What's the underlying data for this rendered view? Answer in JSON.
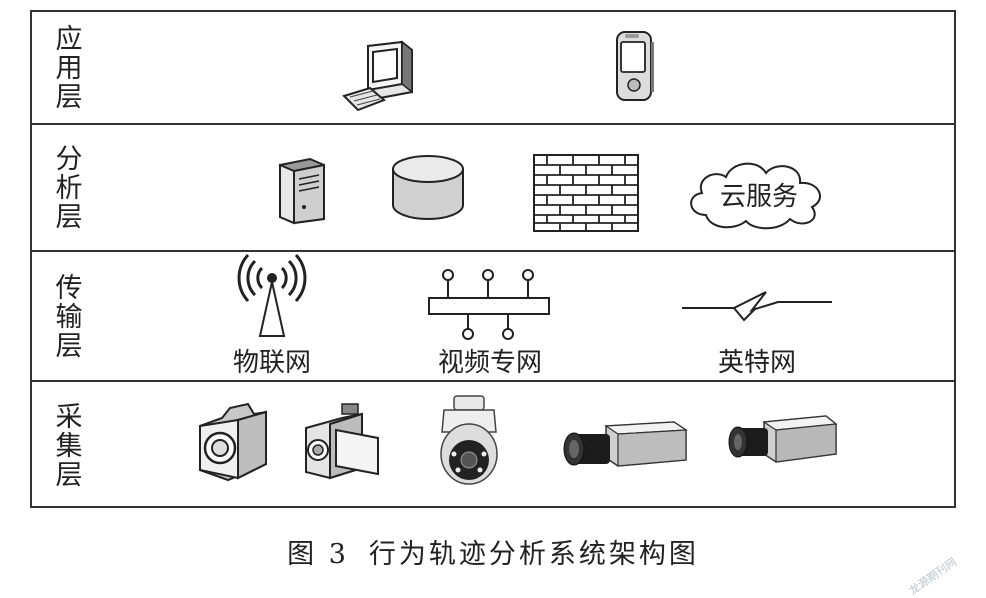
{
  "layers": {
    "application": {
      "name": "应用层"
    },
    "analysis": {
      "name": "分析层",
      "cloud_label": "云服务"
    },
    "transport": {
      "name": "传输层",
      "iot_label": "物联网",
      "video_label": "视频专网",
      "internet_label": "英特网"
    },
    "collection": {
      "name": "采集层"
    }
  },
  "caption": {
    "figure_number": "图 3",
    "title": "行为轨迹分析系统架构图"
  },
  "watermark": "龙源期刊网",
  "icons": {
    "application": [
      "desktop-computer-icon",
      "pda-icon"
    ],
    "analysis": [
      "server-icon",
      "database-icon",
      "firewall-icon",
      "cloud-icon"
    ],
    "transport": [
      "wireless-antenna-icon",
      "network-bus-icon",
      "lightning-link-icon"
    ],
    "collection": [
      "camera-icon",
      "camcorder-icon",
      "dome-camera-icon",
      "box-camera-icon",
      "box-camera-icon"
    ]
  }
}
